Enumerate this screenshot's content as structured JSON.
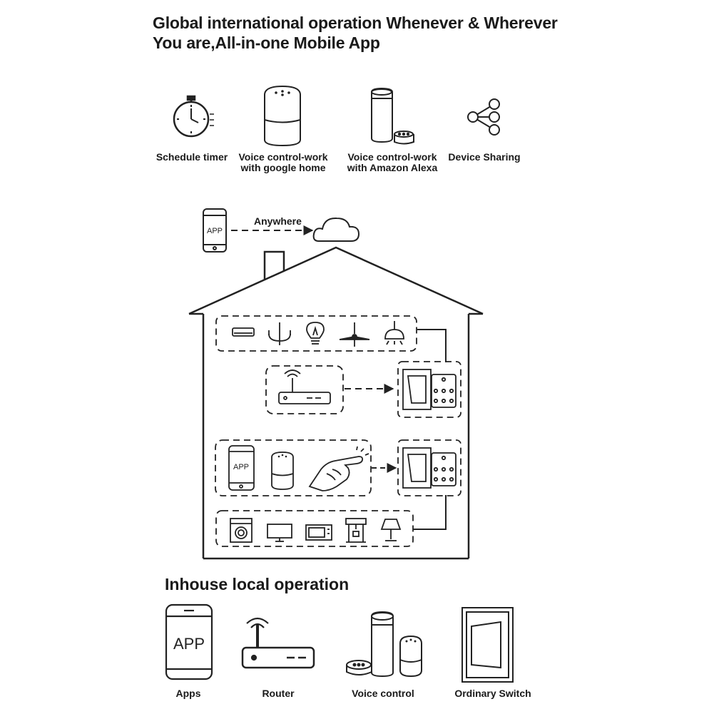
{
  "header": {
    "title_line1": "Global international operation Whenever & Wherever",
    "title_line2": "You are,All-in-one Mobile App"
  },
  "features": [
    {
      "icon": "timer-icon",
      "label_line1": "Schedule timer",
      "label_line2": ""
    },
    {
      "icon": "google-home-icon",
      "label_line1": "Voice control-work",
      "label_line2": "with google home"
    },
    {
      "icon": "amazon-alexa-icon",
      "label_line1": "Voice control-work",
      "label_line2": "with Amazon Alexa"
    },
    {
      "icon": "share-icon",
      "label_line1": "Device Sharing",
      "label_line2": ""
    }
  ],
  "cloud_link": {
    "phone_label": "APP",
    "arrow_label": "Anywhere"
  },
  "house": {
    "inner_phone_label": "APP"
  },
  "section2": {
    "title": "Inhouse local operation"
  },
  "bottom_items": [
    {
      "icon": "phone-app-icon",
      "label": "Apps",
      "screen_text": "APP"
    },
    {
      "icon": "router-icon",
      "label": "Router"
    },
    {
      "icon": "voice-speakers-icon",
      "label": "Voice control"
    },
    {
      "icon": "wall-switch-icon",
      "label": "Ordinary Switch"
    }
  ]
}
